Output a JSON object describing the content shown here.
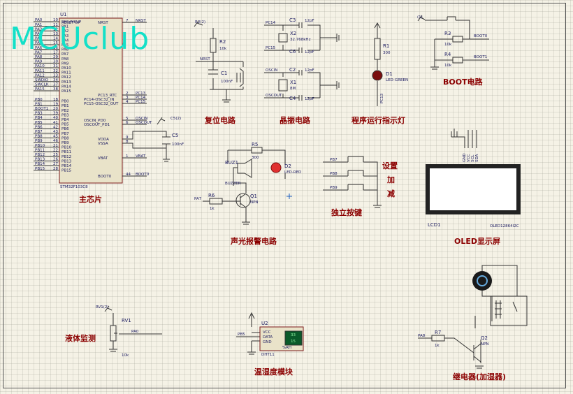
{
  "watermark": "MCUclub",
  "mcu": {
    "ref": "U1",
    "part": "STM32F103C8",
    "name_top": "RESET UP",
    "left_pins": [
      "PA0",
      "PA1",
      "PA2",
      "PA3",
      "PA4",
      "PA5",
      "PA6",
      "PA7",
      "PA8",
      "PA9",
      "PA10",
      "PA11",
      "PA12",
      "SWDIO",
      "SWCLK",
      "PA15",
      "PB0",
      "PB1",
      "BOOT1",
      "PB3",
      "PB4",
      "PB5",
      "PB6",
      "PB7",
      "PB8",
      "PB9",
      "PB10",
      "PB11",
      "PB12",
      "PB13",
      "PB14",
      "PB15"
    ],
    "left_nums": [
      "10",
      "11",
      "12",
      "13",
      "14",
      "15",
      "16",
      "17",
      "29",
      "30",
      "31",
      "32",
      "33",
      "34",
      "37",
      "38",
      "18",
      "19",
      "20",
      "39",
      "40",
      "41",
      "42",
      "43",
      "45",
      "46",
      "21",
      "22",
      "25",
      "26",
      "27",
      "28"
    ],
    "inner_left": [
      "PA0-WKUP",
      "PA1",
      "PA2",
      "PA3",
      "PA4",
      "PA5",
      "PA6",
      "PA7",
      "PA8",
      "PA9",
      "PA10",
      "PA11",
      "PA12",
      "PA13",
      "PA14",
      "PA15",
      "PB0",
      "PB1",
      "PB2",
      "PB3",
      "PB4",
      "PB5",
      "PB6",
      "PB7",
      "PB8",
      "PB9",
      "PB10",
      "PB11",
      "PB12",
      "PB13",
      "PB14",
      "PB15"
    ],
    "right_pins": [
      {
        "inner": "NRST",
        "num": "7",
        "net": "NRST"
      },
      {
        "inner": "PC13_RTC",
        "num": "2",
        "net": "PC13"
      },
      {
        "inner": "PC14-OSC32_IN",
        "num": "3",
        "net": "PC14"
      },
      {
        "inner": "PC15-OSC32_OUT",
        "num": "4",
        "net": "PC15"
      },
      {
        "inner": "OSCIN_PD0",
        "num": "5",
        "net": "OSCIN"
      },
      {
        "inner": "OSCOUT_PD1",
        "num": "6",
        "net": "OSCOUT"
      },
      {
        "inner": "VDDA",
        "num": "9",
        "net": ""
      },
      {
        "inner": "VSSA",
        "num": "8",
        "net": ""
      },
      {
        "inner": "VBAT",
        "num": "1",
        "net": "VBAT"
      },
      {
        "inner": "BOOT0",
        "num": "44",
        "net": "BOOT0"
      }
    ],
    "c5_probe": "C5(2)",
    "c5": {
      "ref": "C5",
      "value": "100nF"
    },
    "caption": "主芯片"
  },
  "reset": {
    "probe": "R2(2)",
    "r": {
      "ref": "R2",
      "value": "10k"
    },
    "c": {
      "ref": "C1",
      "value": "100nF"
    },
    "net": "NRST",
    "caption": "复位电路"
  },
  "crystal": {
    "nets": [
      "PC14",
      "PC15",
      "OSCIN",
      "OSCOUT"
    ],
    "x2": {
      "ref": "X2",
      "value": "32.768kHz"
    },
    "x1": {
      "ref": "X1",
      "value": "8M"
    },
    "caps": [
      {
        "ref": "C3",
        "value": "12pF"
      },
      {
        "ref": "C6",
        "value": "12pF"
      },
      {
        "ref": "C2",
        "value": "12pF"
      },
      {
        "ref": "C4",
        "value": "12pF"
      }
    ],
    "caption": "晶振电路"
  },
  "led": {
    "r": {
      "ref": "R1",
      "value": "300"
    },
    "d": {
      "ref": "D1",
      "value": "LED-GREEN"
    },
    "net": "PC13",
    "caption": "程序运行指示灯"
  },
  "boot": {
    "probe": "(1)",
    "r3": {
      "ref": "R3",
      "value": "10k"
    },
    "r4": {
      "ref": "R4",
      "value": "10k"
    },
    "nets": [
      "BOOT0",
      "BOOT1"
    ],
    "caption": "BOOT电路"
  },
  "alarm": {
    "buzzer": {
      "ref": "BUZ1",
      "value": "BUZZER"
    },
    "r5": {
      "ref": "R5",
      "value": "300"
    },
    "d2": {
      "ref": "D2",
      "value": "LED-RED"
    },
    "r6": {
      "ref": "R6",
      "value": "1k"
    },
    "q1": {
      "ref": "Q1",
      "value": "NPN"
    },
    "net": "PA7",
    "caption": "声光报警电路"
  },
  "keys": {
    "nets": [
      "PB7",
      "PB8",
      "PB9"
    ],
    "labels": [
      "设置",
      "加",
      "减"
    ],
    "caption": "独立按键"
  },
  "oled": {
    "pins": [
      "GND",
      "VCC",
      "SCL",
      "SDA"
    ],
    "ref": "LCD1",
    "part": "OLED12864I2C",
    "caption": "OLED显示屏"
  },
  "sensor": {
    "probe": "RV1(2)",
    "ref": "RV1",
    "value": "10k",
    "net": "PA0",
    "caption": "液体监测"
  },
  "dht": {
    "ref": "U2",
    "part": "DHT11",
    "net": "PB5",
    "pins": [
      "VCC",
      "DATA",
      "GND"
    ],
    "lcd_top": "33",
    "lcd_bot": "15",
    "caption": "温湿度模块",
    "rh": "%RH"
  },
  "relay": {
    "r7": {
      "ref": "R7",
      "value": "1k"
    },
    "q2": {
      "ref": "Q2",
      "value": "NPN"
    },
    "net": "PA8",
    "caption": "继电器(加湿器)"
  }
}
